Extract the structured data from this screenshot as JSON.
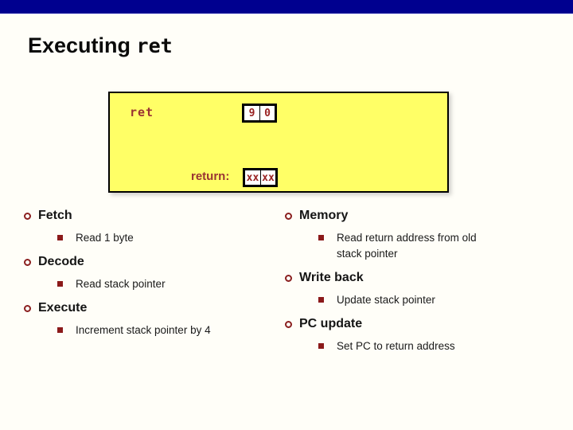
{
  "title": {
    "plain": "Executing ",
    "code": "ret"
  },
  "colors": {
    "top_bar": "#00008f",
    "background": "#fffef8",
    "box_fill": "#ffff66",
    "box_border": "#000000",
    "maroon_text": "#993333",
    "bullet_maroon": "#8b1a1a",
    "body_text": "#111111"
  },
  "diagram": {
    "instruction_label": "ret",
    "byte_cells": [
      "9",
      "0"
    ],
    "return_label": "return:",
    "return_cells": [
      "xx",
      "xx"
    ]
  },
  "stages": {
    "left": [
      {
        "label": "Fetch",
        "details": [
          "Read 1 byte"
        ]
      },
      {
        "label": "Decode",
        "details": [
          "Read stack pointer"
        ]
      },
      {
        "label": "Execute",
        "details": [
          "Increment stack pointer by 4"
        ]
      }
    ],
    "right": [
      {
        "label": "Memory",
        "details": [
          "Read return address from old stack pointer"
        ]
      },
      {
        "label": "Write back",
        "details": [
          "Update stack pointer"
        ]
      },
      {
        "label": "PC update",
        "details": [
          "Set PC to return address"
        ]
      }
    ]
  }
}
